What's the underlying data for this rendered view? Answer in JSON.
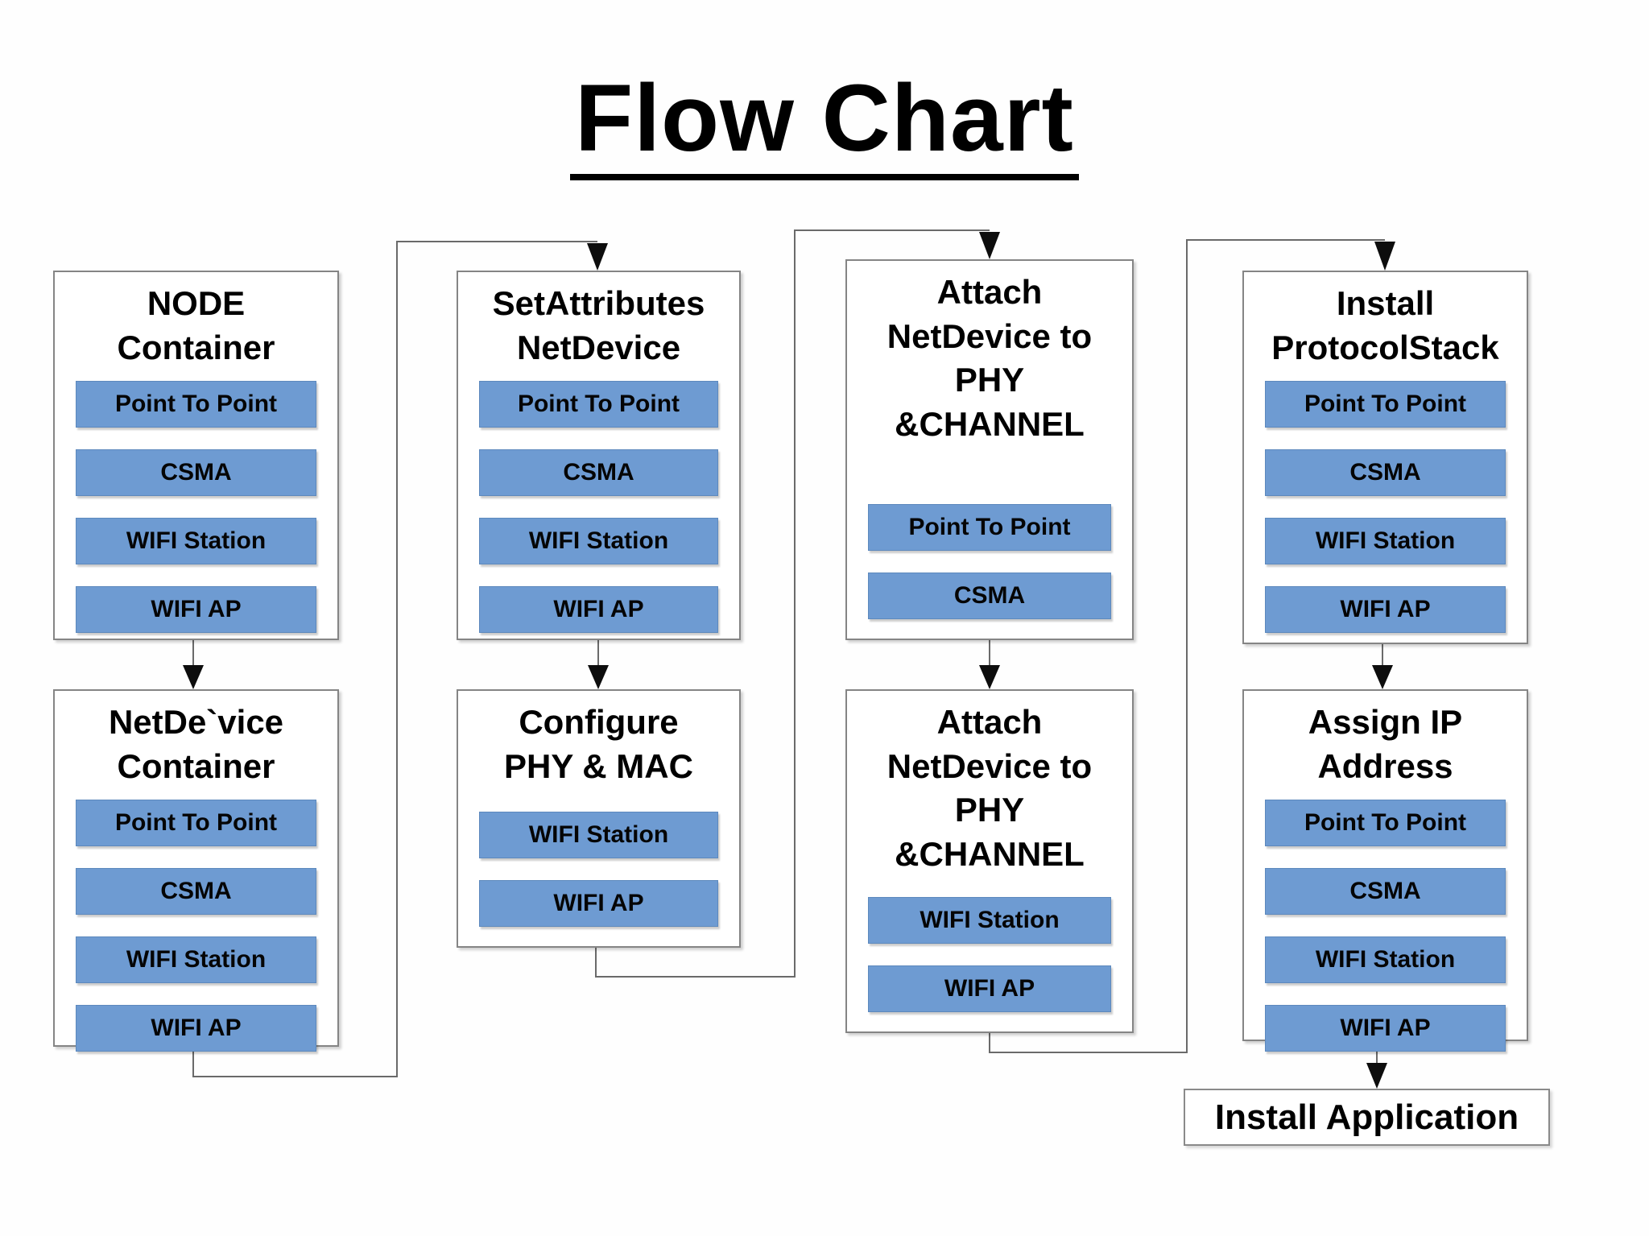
{
  "title": "Flow Chart",
  "boxes": [
    {
      "id": "node-container",
      "title": "NODE Container",
      "items": [
        "Point To Point",
        "CSMA",
        "WIFI Station",
        "WIFI AP"
      ]
    },
    {
      "id": "netdevice-container",
      "title": "NetDe`vice Container",
      "items": [
        "Point To Point",
        "CSMA",
        "WIFI Station",
        "WIFI AP"
      ]
    },
    {
      "id": "setattributes-netdevice",
      "title": "SetAttributes NetDevice",
      "items": [
        "Point To Point",
        "CSMA",
        "WIFI Station",
        "WIFI AP"
      ]
    },
    {
      "id": "configure-phy-mac",
      "title": "Configure PHY & MAC",
      "items": [
        "WIFI Station",
        "WIFI AP"
      ]
    },
    {
      "id": "attach-netdevice-1",
      "title": "Attach NetDevice to PHY &CHANNEL",
      "items": [
        "Point To Point",
        "CSMA"
      ]
    },
    {
      "id": "attach-netdevice-2",
      "title": "Attach NetDevice to PHY &CHANNEL",
      "items": [
        "WIFI Station",
        "WIFI AP"
      ]
    },
    {
      "id": "install-protocolstack",
      "title": "Install ProtocolStack",
      "items": [
        "Point To Point",
        "CSMA",
        "WIFI Station",
        "WIFI AP"
      ]
    },
    {
      "id": "assign-ip-address",
      "title": "Assign IP Address",
      "items": [
        "Point To Point",
        "CSMA",
        "WIFI Station",
        "WIFI AP"
      ]
    },
    {
      "id": "install-application",
      "title": "Install Application",
      "items": []
    }
  ],
  "edges": [
    {
      "from": "node-container",
      "to": "netdevice-container"
    },
    {
      "from": "netdevice-container",
      "to": "setattributes-netdevice"
    },
    {
      "from": "setattributes-netdevice",
      "to": "configure-phy-mac"
    },
    {
      "from": "configure-phy-mac",
      "to": "attach-netdevice-1"
    },
    {
      "from": "attach-netdevice-1",
      "to": "attach-netdevice-2"
    },
    {
      "from": "attach-netdevice-2",
      "to": "install-protocolstack"
    },
    {
      "from": "install-protocolstack",
      "to": "assign-ip-address"
    },
    {
      "from": "assign-ip-address",
      "to": "install-application"
    }
  ],
  "colors": {
    "item_fill": "#6e9bd2",
    "item_border": "#5d89bd",
    "box_border": "#858585",
    "connector_line": "#6a6a6a",
    "arrowhead": "#0d0d0d",
    "text": "#000000"
  }
}
